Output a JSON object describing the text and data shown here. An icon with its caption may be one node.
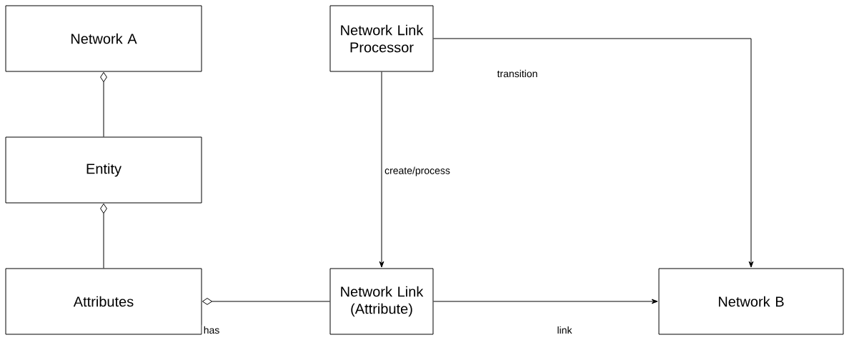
{
  "diagram": {
    "nodes": [
      {
        "text": [
          "Network A"
        ]
      },
      {
        "text": [
          "Entity"
        ]
      },
      {
        "text": [
          "Attributes"
        ]
      },
      {
        "text": [
          "Network Link Processor"
        ]
      },
      {
        "text": [
          "Network Link (Attribute)"
        ]
      },
      {
        "text": [
          "Network B"
        ]
      }
    ],
    "edges": [
      {
        "from": 1,
        "to": 0,
        "arrow": "other"
      },
      {
        "from": 2,
        "to": 1,
        "arrow": "other"
      },
      {
        "from": 4,
        "to": 2,
        "arrow": "other",
        "label": "has"
      },
      {
        "from": 3,
        "to": 4,
        "arrow": "to",
        "label": "create/process"
      },
      {
        "from": 4,
        "to": 5,
        "arrow": "to",
        "label": "link"
      },
      {
        "from": 3,
        "to": 5,
        "arrow": "to",
        "label": "transition"
      }
    ]
  }
}
